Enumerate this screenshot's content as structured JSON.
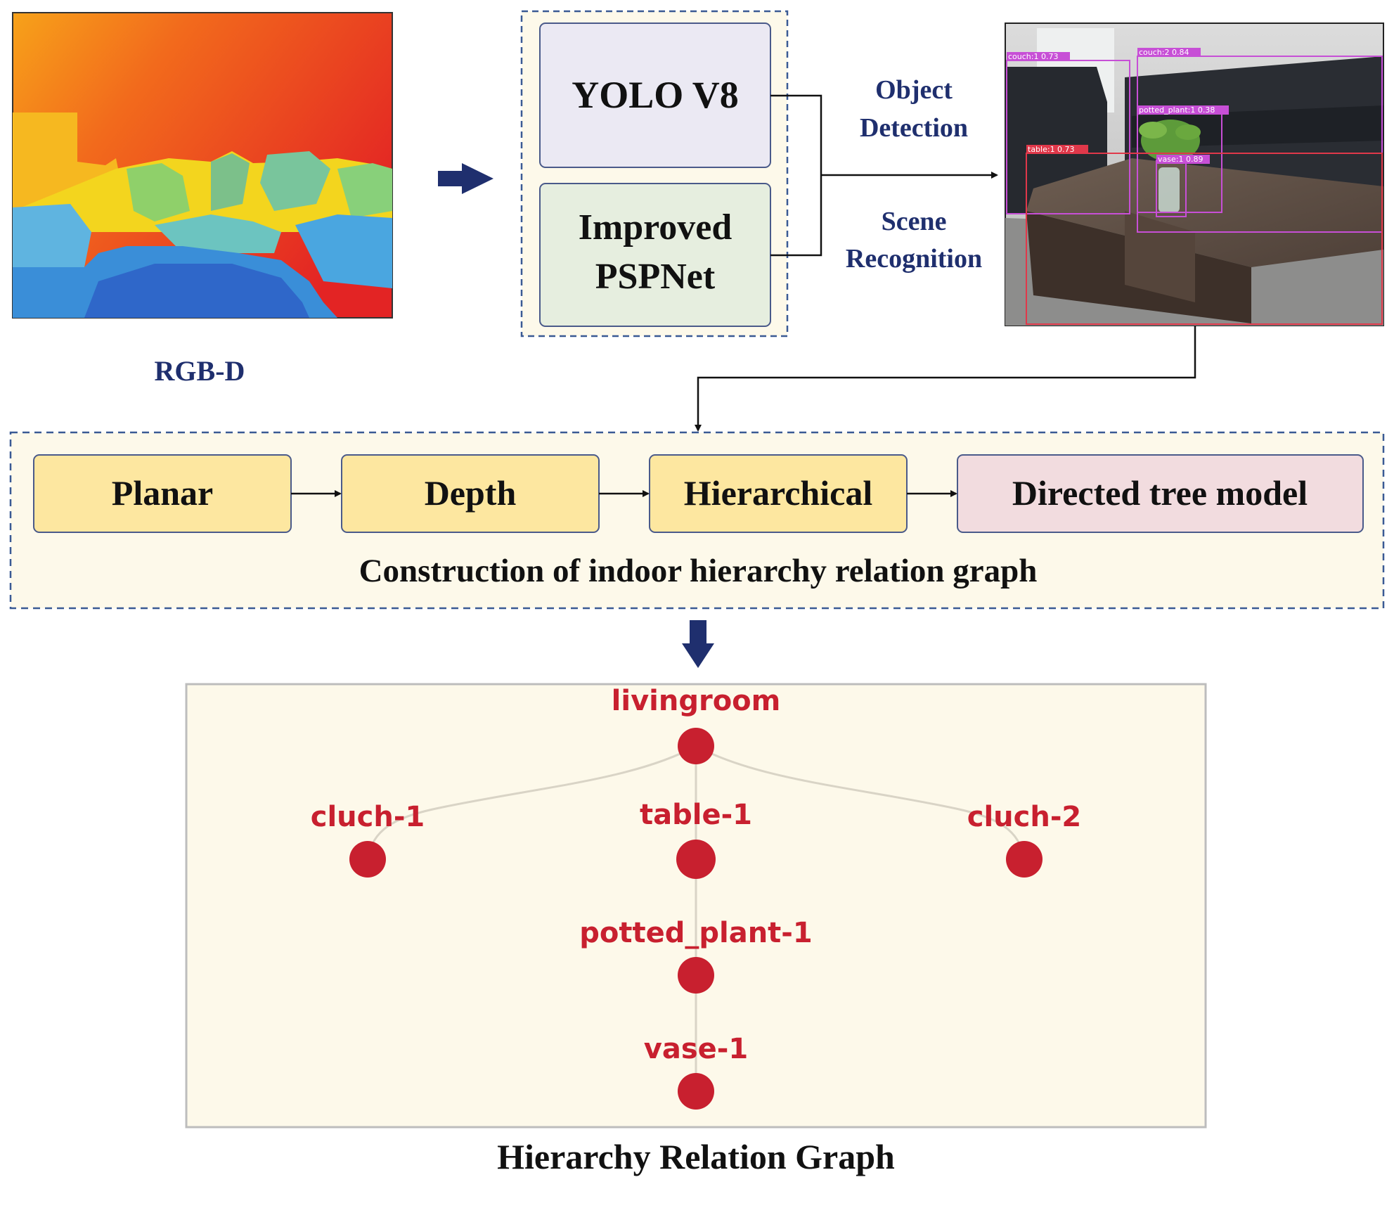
{
  "rgbd": {
    "label": "RGB-D"
  },
  "models": {
    "yolo": "YOLO V8",
    "pspnet_line1": "Improved",
    "pspnet_line2": "PSPNet"
  },
  "tasks": {
    "object_line1": "Object",
    "object_line2": "Detection",
    "scene_line1": "Scene",
    "scene_line2": "Recognition"
  },
  "detections": [
    {
      "label": "couch:1 0.73"
    },
    {
      "label": "couch:2 0.84"
    },
    {
      "label": "potted_plant:1 0.38"
    },
    {
      "label": "table:1 0.73"
    },
    {
      "label": "vase:1 0.89"
    }
  ],
  "pipeline": {
    "steps": [
      "Planar",
      "Depth",
      "Hierarchical",
      "Directed tree model"
    ],
    "caption": "Construction of indoor hierarchy relation graph"
  },
  "graph": {
    "nodes": {
      "root": "livingroom",
      "cluch1": "cluch-1",
      "table1": "table-1",
      "cluch2": "cluch-2",
      "plant": "potted_plant-1",
      "vase": "vase-1"
    },
    "title": "Hierarchy Relation Graph"
  },
  "colors": {
    "navy": "#1f2f6e",
    "node_red": "#c8202f",
    "step_yellow": "#fde7a0",
    "step_pink": "#f2dcdf",
    "panel_cream": "#fdf9ea"
  }
}
